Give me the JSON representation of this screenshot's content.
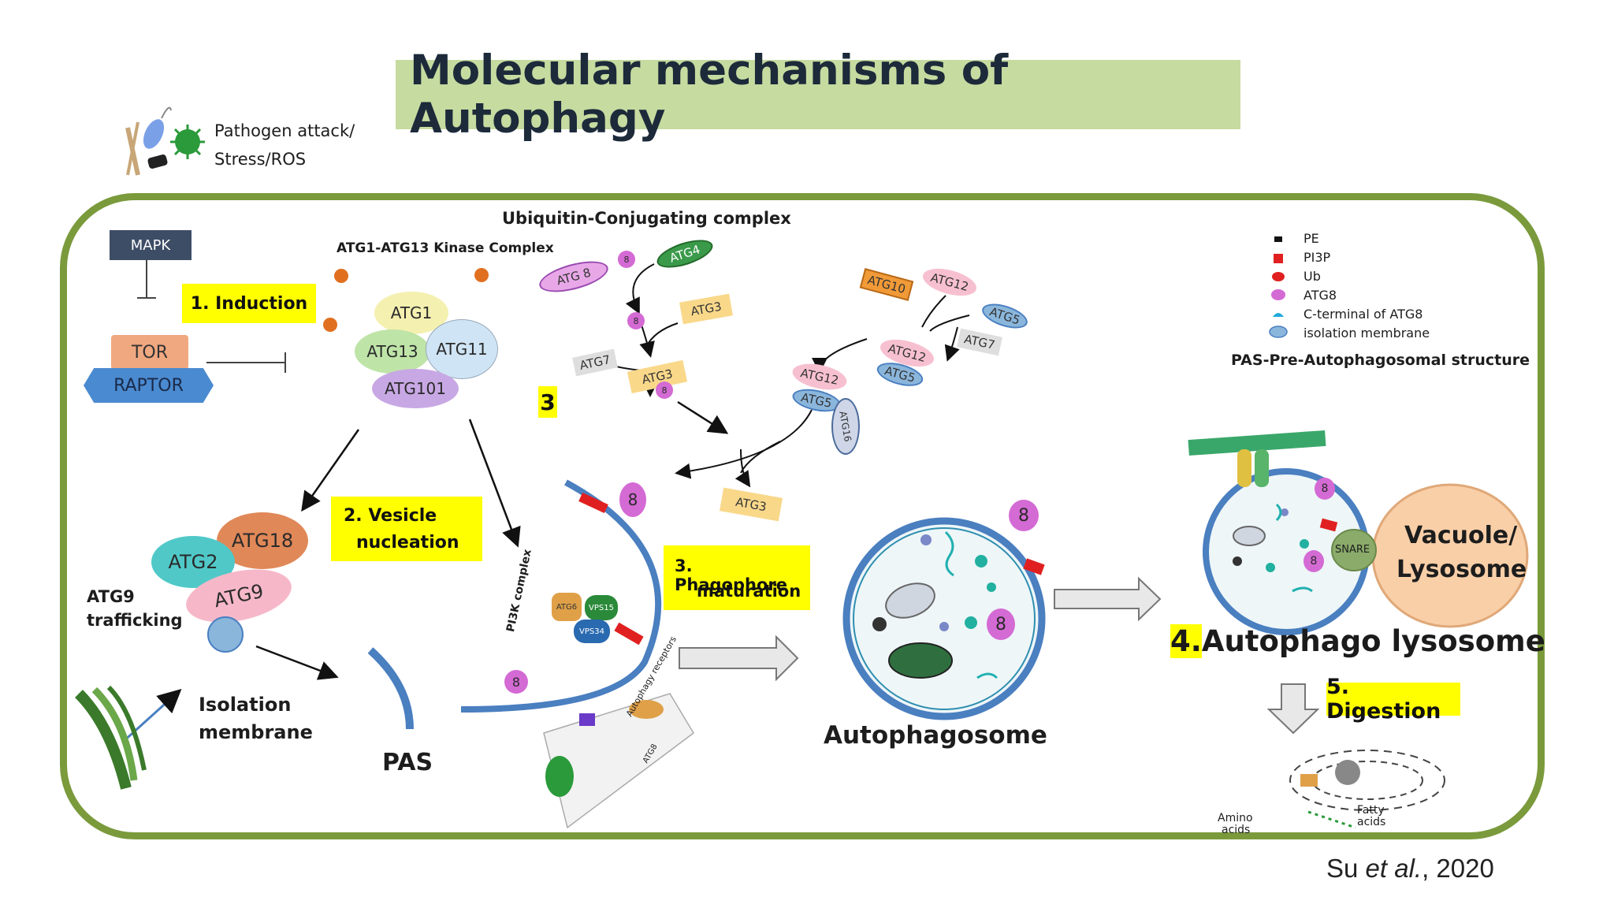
{
  "title": "Molecular mechanisms of Autophagy",
  "stress_label_line1": "Pathogen attack/",
  "stress_label_line2": "Stress/ROS",
  "citation": {
    "author": "Su ",
    "etal": "et al.",
    "year": ", 2020"
  },
  "induction": {
    "mapk": "MAPK",
    "tor": "TOR",
    "raptor": "RAPTOR",
    "step_label": "1. Induction",
    "kinase_complex": "ATG1-ATG13 Kinase Complex",
    "atg1": "ATG1",
    "atg13": "ATG13",
    "atg11": "ATG11",
    "atg101": "ATG101"
  },
  "nucleation": {
    "step_line1": "2. Vesicle",
    "step_line2": "nucleation",
    "atg18": "ATG18",
    "atg2": "ATG2",
    "atg9": "ATG9",
    "trafficking_line1": "ATG9",
    "trafficking_line2": "trafficking",
    "isolation_line1": "Isolation",
    "isolation_line2": "membrane",
    "pas": "PAS",
    "pi3k_complex": "PI3K complex",
    "atg6": "ATG6",
    "vps15": "VPS15",
    "vps34": "VPS34",
    "autophagy_receptors": "Autophagy receptors",
    "atg8_small": "ATG8"
  },
  "ubiquitin": {
    "header": "Ubiquitin-Conjugating complex",
    "atg8": "ATG 8",
    "atg4": "ATG4",
    "atg3": "ATG3",
    "atg7": "ATG7",
    "atg3b": "ATG3",
    "atg10": "ATG10",
    "atg12": "ATG12",
    "atg5": "ATG5",
    "atg7b": "ATG7",
    "atg12b": "ATG12",
    "atg5b": "ATG5",
    "atg12c": "ATG12",
    "atg5c": "ATG5",
    "atg16": "ATG16",
    "atg3c": "ATG3",
    "step_number": "3",
    "eight": "8"
  },
  "maturation": {
    "step_line1": "3. Phagophore",
    "step_line2": "maturation",
    "autophagosome": "Autophagosome"
  },
  "legend": {
    "items": [
      {
        "label": "PE",
        "color": "#111111"
      },
      {
        "label": "PI3P",
        "color": "#e02020"
      },
      {
        "label": "Ub",
        "color": "#e02020"
      },
      {
        "label": "ATG8",
        "color": "#d46ad4"
      },
      {
        "label": "C-terminal of ATG8",
        "color": "#22aadd"
      },
      {
        "label": "isolation membrane",
        "color": "#8ab6dc"
      }
    ],
    "pas_def": "PAS-Pre-Autophagosomal structure"
  },
  "lysosome": {
    "vacuole_line1": "Vacuole/",
    "vacuole_line2": "Lysosome",
    "snare": "SNARE",
    "step_label_num": "4.",
    "step_label_text": " Autophago lysosome",
    "digestion": "5. Digestion",
    "amino_line1": "Amino",
    "amino_line2": "acids",
    "fatty_line1": "Fatty",
    "fatty_line2": "acids"
  },
  "colors": {
    "frame": "#7a9a3c",
    "title_bg": "#c6dba0",
    "highlight": "#ffff00",
    "membrane": "#4a7fc0"
  }
}
